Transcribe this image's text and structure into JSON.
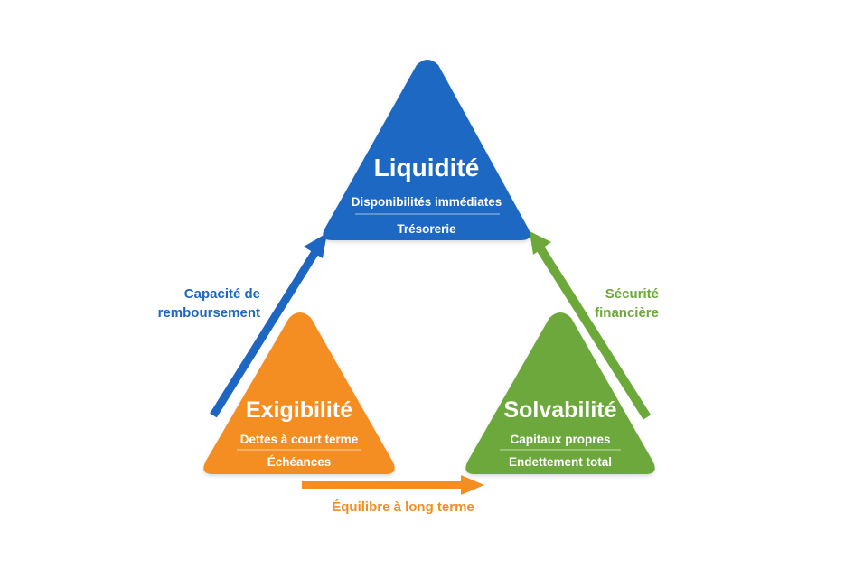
{
  "colors": {
    "blue": "#1d67c2",
    "orange": "#f48d22",
    "green": "#6ca83a"
  },
  "nodes": {
    "liquidite": {
      "title": "Liquidité",
      "line1": "Disponibilités immédiates",
      "line2": "Trésorerie"
    },
    "exigibilite": {
      "title": "Exigibilité",
      "line1": "Dettes à court terme",
      "line2": "Échéances"
    },
    "solvabilite": {
      "title": "Solvabilité",
      "line1": "Capitaux propres",
      "line2": "Endettement total"
    }
  },
  "arrows": {
    "left": {
      "line1": "Capacité de",
      "line2": "remboursement"
    },
    "right": {
      "line1": "Sécurité",
      "line2": "financière"
    },
    "bottom": {
      "label": "Équilibre à long terme"
    }
  }
}
